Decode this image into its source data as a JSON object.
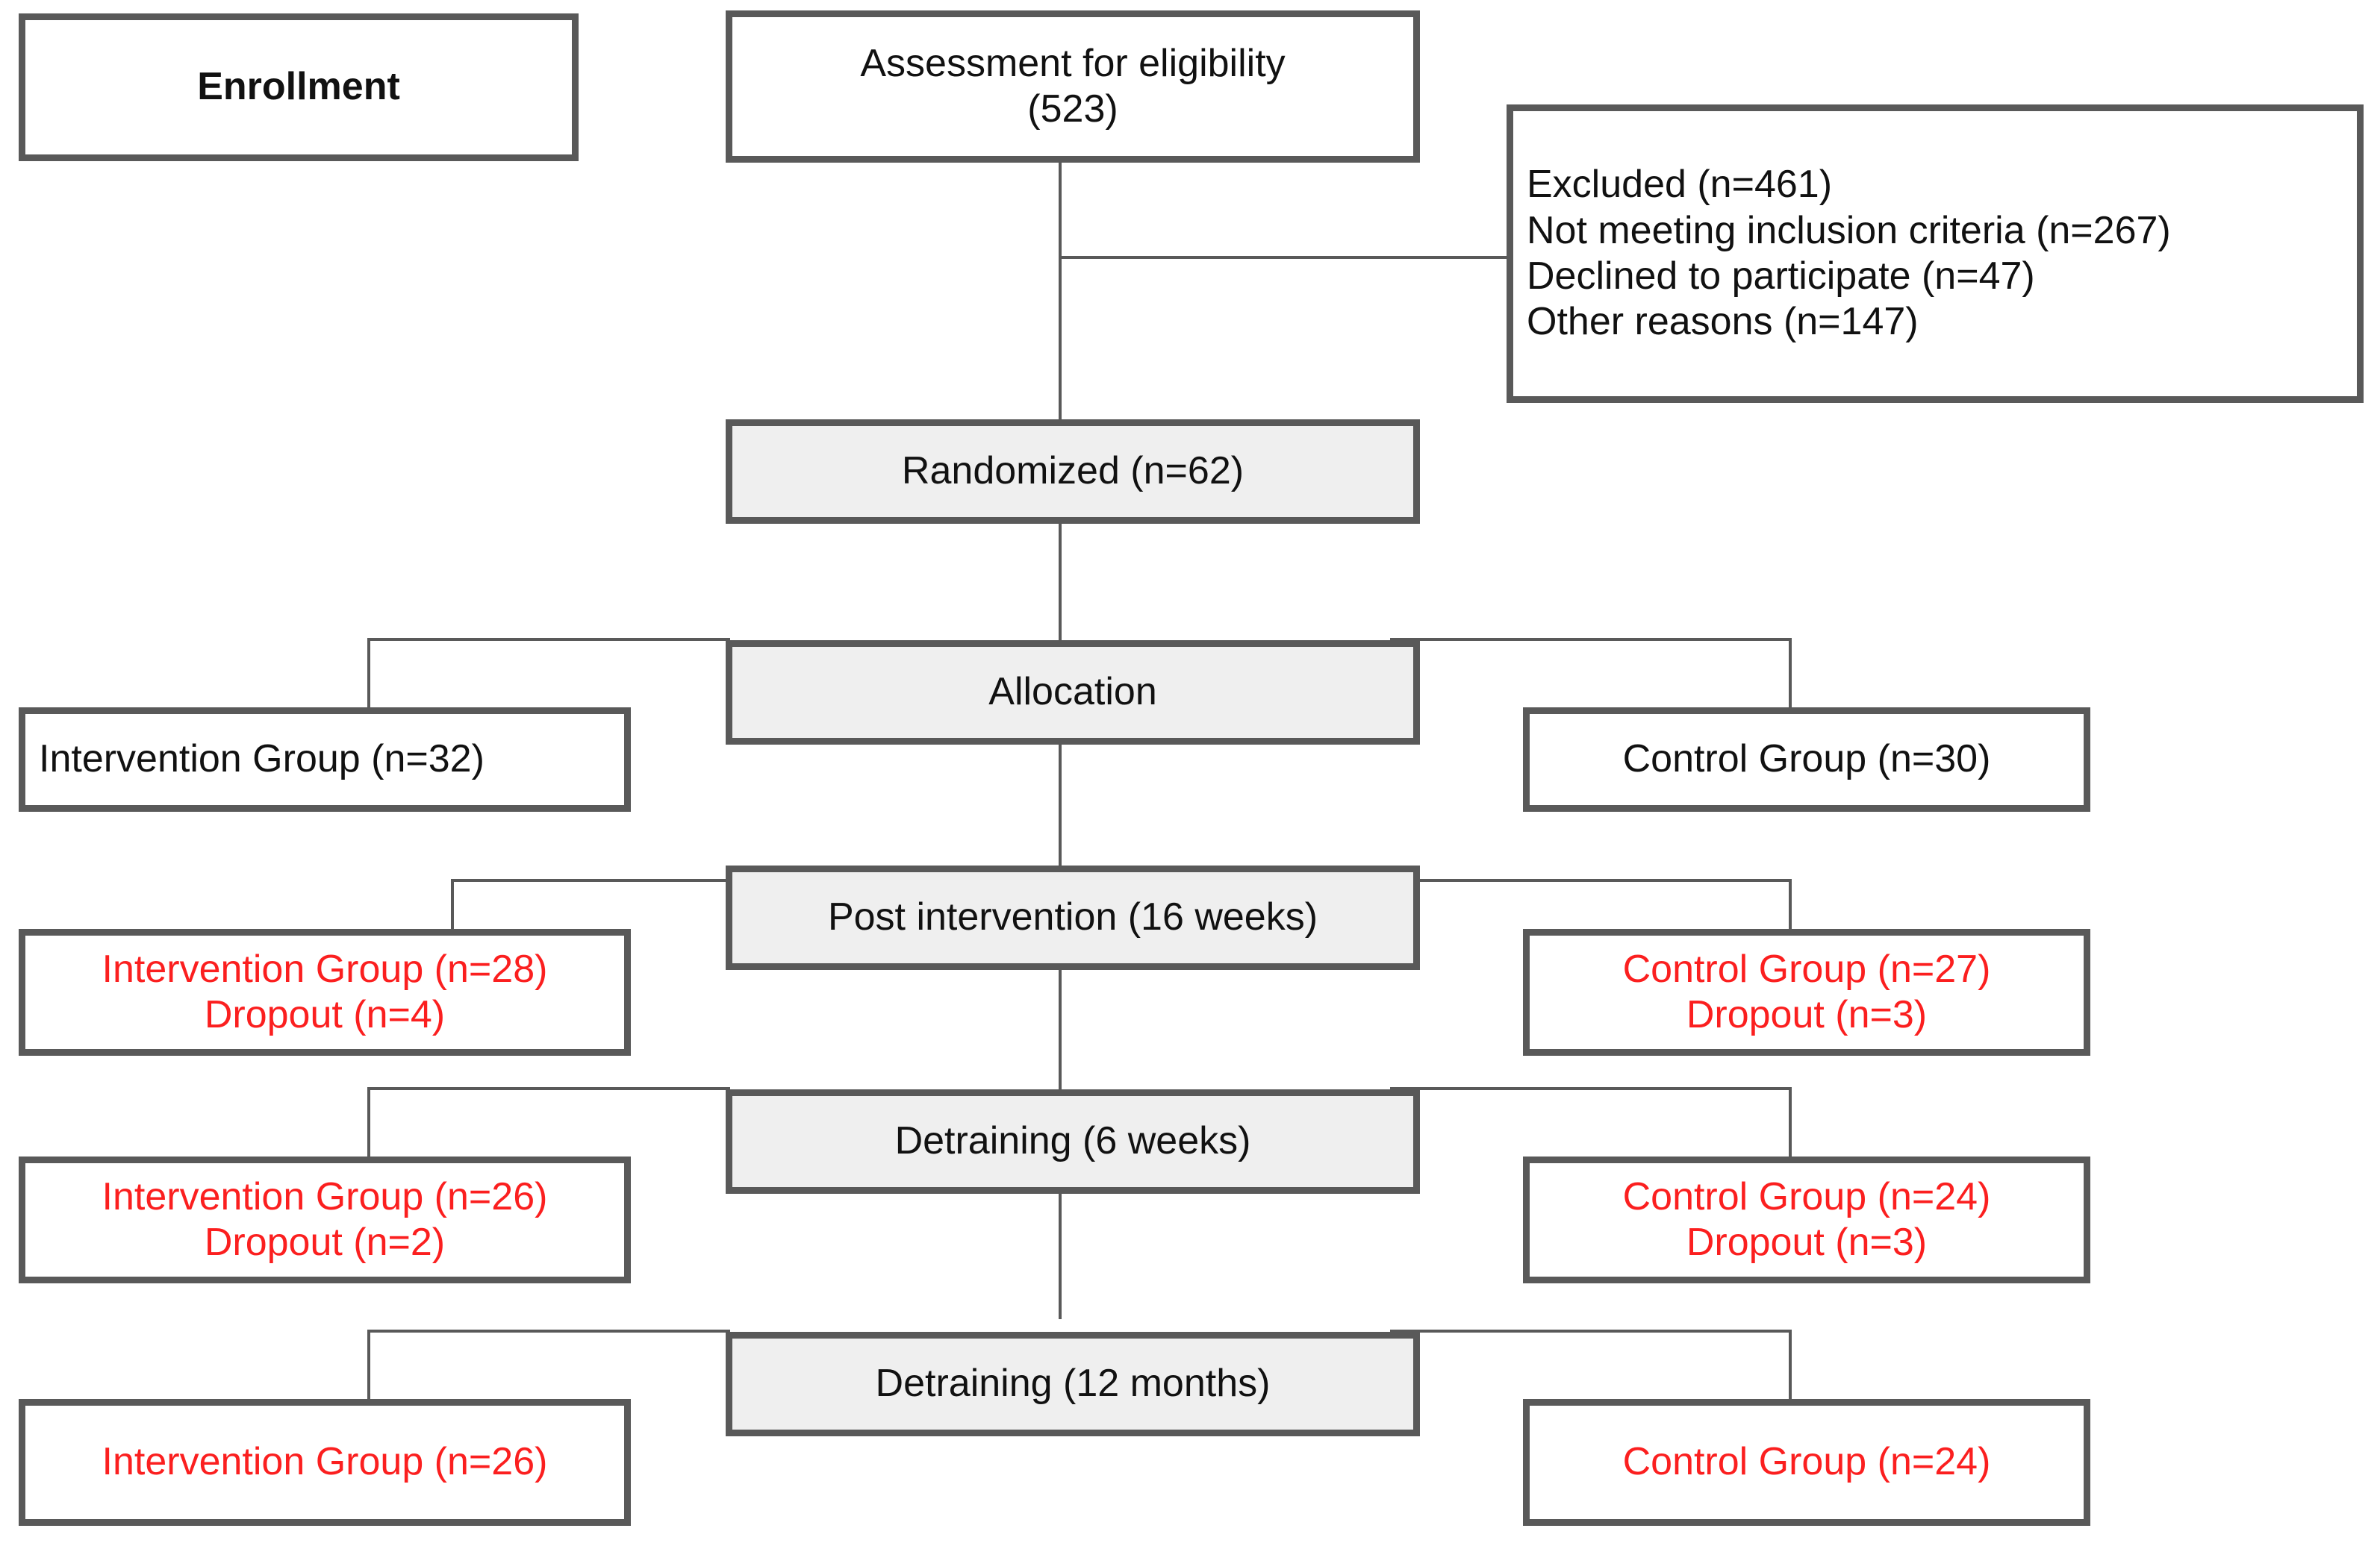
{
  "diagram": {
    "type": "consort-flow-diagram",
    "accent_gray": "#595959",
    "box_fill_gray": "#efefef",
    "red": "#fb1f1f",
    "stages": {
      "enrollment_label": "Enrollment",
      "assessment": "Assessment for eligibility\n(523)",
      "excluded": "Excluded (n=461)\nNot meeting inclusion criteria (n=267)\nDeclined to participate (n=47)\nOther reasons (n=147)",
      "randomized": "Randomized (n=62)",
      "allocation_label": "Allocation",
      "post_intervention_label": "Post intervention (16 weeks)",
      "detraining_6w_label": "Detraining (6 weeks)",
      "detraining_12m_label": "Detraining (12 months)"
    },
    "arms": {
      "allocation": {
        "intervention": "Intervention Group (n=32)",
        "control": "Control Group (n=30)"
      },
      "post_intervention": {
        "intervention": "Intervention Group (n=28)\nDropout (n=4)",
        "control": "Control Group (n=27)\nDropout (n=3)"
      },
      "detraining_6w": {
        "intervention": "Intervention Group (n=26)\nDropout (n=2)",
        "control": "Control Group (n=24)\nDropout (n=3)"
      },
      "detraining_12m": {
        "intervention": "Intervention Group (n=26)",
        "control": "Control Group (n=24)"
      }
    }
  }
}
